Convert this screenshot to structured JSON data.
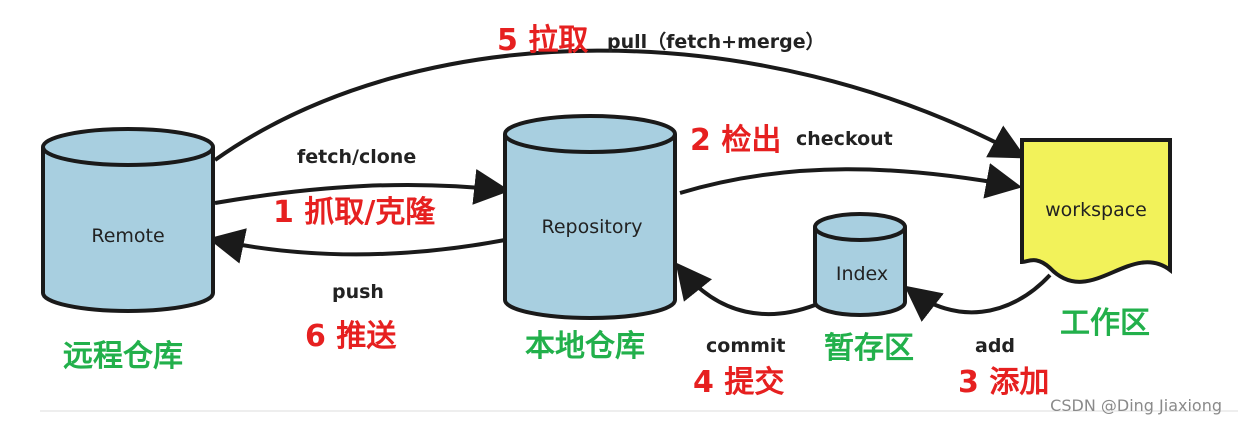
{
  "colors": {
    "cylinder_fill": "#a8cfe0",
    "cylinder_stroke": "#1a1a1a",
    "workspace_fill": "#f2f25a",
    "red": "#e62020",
    "green": "#22b04b",
    "arrow": "#1a1a1a"
  },
  "nodes": {
    "remote": "Remote",
    "repository": "Repository",
    "index": "Index",
    "workspace": "workspace"
  },
  "captions": {
    "remote": "远程仓库",
    "repository": "本地仓库",
    "index": "暂存区",
    "workspace": "工作区"
  },
  "arrows": {
    "pull": {
      "step": "5 拉取",
      "command": "pull（fetch+merge）"
    },
    "fetch_clone": {
      "step": "1 抓取/克隆",
      "command": "fetch/clone"
    },
    "push": {
      "step": "6 推送",
      "command": "push"
    },
    "checkout": {
      "step": "2 检出",
      "command": "checkout"
    },
    "commit": {
      "step": "4 提交",
      "command": "commit"
    },
    "add": {
      "step": "3 添加",
      "command": "add"
    }
  },
  "watermark": "CSDN @Ding Jiaxiong"
}
